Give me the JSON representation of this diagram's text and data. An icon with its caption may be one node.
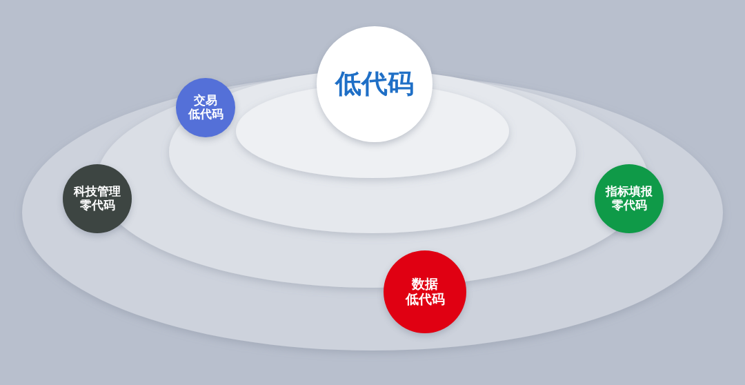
{
  "diagram": {
    "nodes": [
      {
        "text": [
          "低代码"
        ]
      },
      {
        "text": [
          "交易低代码"
        ]
      },
      {
        "text": [
          "科技管理零代码"
        ]
      },
      {
        "text": [
          "指标填报零代码"
        ]
      },
      {
        "text": [
          "数据低代码"
        ]
      }
    ]
  }
}
